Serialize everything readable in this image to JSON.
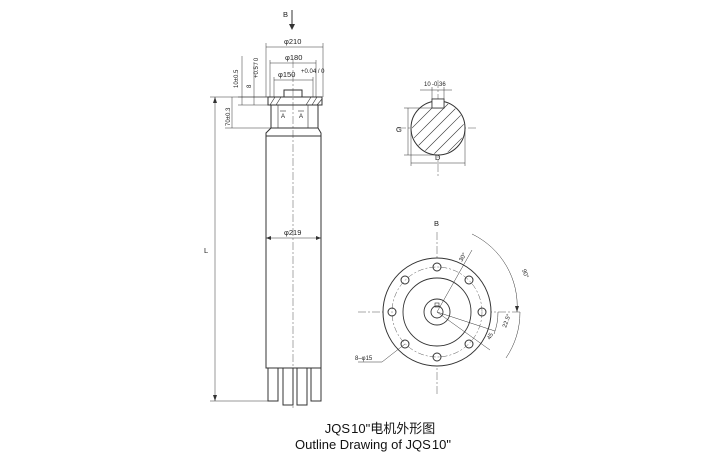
{
  "view_markers": {
    "top": "B",
    "end_view": "B"
  },
  "side_view": {
    "dims": {
      "flange_od": "φ210",
      "pcd": "φ180",
      "spigot": "φ150",
      "spigot_tol": "+0.04 / 0",
      "flange_t": "10±0.5",
      "spigot_h": "8",
      "spigot_h_tol": "+0.5 / 0",
      "shaft_len": "70±0.3",
      "body_od": "φ219",
      "length": "L",
      "section_a": "A"
    }
  },
  "key_section": {
    "key_width": "10",
    "key_tol": "-0.36",
    "g_label": "G",
    "d_label": "D"
  },
  "end_view": {
    "angle_a": "30°",
    "angle_b": "90°",
    "angle_c": "22.5°",
    "angle_d": "45",
    "holes": "8–φ15"
  },
  "caption": {
    "cn": "JQS 10\"电机外形图",
    "en": "Outline Drawing of JQS 10\""
  }
}
